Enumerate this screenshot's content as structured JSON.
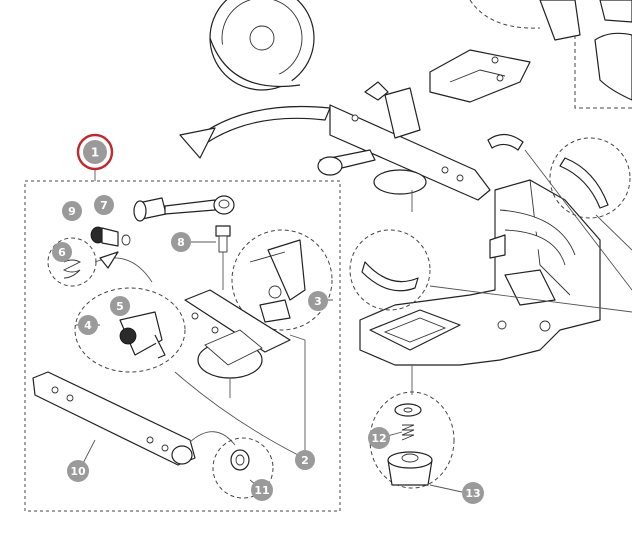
{
  "diagram": {
    "selected_callout": {
      "number": "1",
      "ring_color": "#c0282d"
    },
    "callouts": [
      {
        "id": "c2",
        "number": "2"
      },
      {
        "id": "c3",
        "number": "3"
      },
      {
        "id": "c4",
        "number": "4"
      },
      {
        "id": "c5",
        "number": "5"
      },
      {
        "id": "c6",
        "number": "6"
      },
      {
        "id": "c7",
        "number": "7"
      },
      {
        "id": "c8",
        "number": "8"
      },
      {
        "id": "c9",
        "number": "9"
      },
      {
        "id": "c10",
        "number": "10"
      },
      {
        "id": "c11",
        "number": "11"
      },
      {
        "id": "c12",
        "number": "12"
      },
      {
        "id": "c13",
        "number": "13"
      }
    ],
    "colors": {
      "callout_fill": "#9a9a9a",
      "line": "#555555",
      "ring": "#c0282d"
    }
  }
}
